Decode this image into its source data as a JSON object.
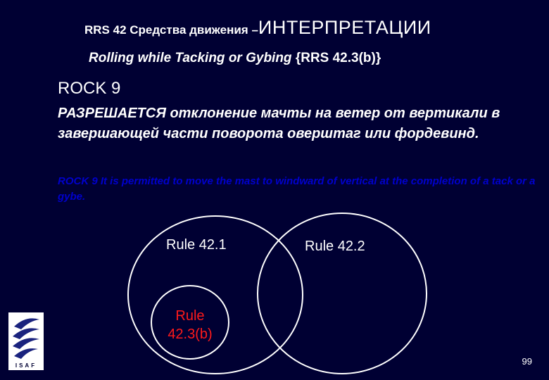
{
  "slide": {
    "title_prefix": "RRS 42 Средства движения –",
    "title_main": "ИНТЕРПРЕТАЦИИ",
    "subtitle_italic": "Rolling while Tacking or Gybing ",
    "subtitle_ref": "{RRS 42.3(b)}",
    "rock_heading": "ROCK 9",
    "rock_ru_permitted": "РАЗРЕШАЕТСЯ",
    "rock_ru_rest": " отклонение мачты на ветер от вертикали в завершающей части поворота оверштаг или фордевинд.",
    "rock_en": "ROCK 9 It is permitted to move the mast to windward of vertical at the completion of a tack or a gybe.",
    "page_number": "99"
  },
  "diagram": {
    "circle_left_label": "Rule 42.1",
    "circle_right_label": "Rule 42.2",
    "circle_small_label_line1": "Rule",
    "circle_small_label_line2": "42.3(b)",
    "colors": {
      "circle_stroke": "#ffffff",
      "small_label": "#ff1a1a",
      "background": "#000033",
      "en_text": "#0000cc"
    }
  },
  "logo": {
    "caption": "ISAF",
    "icon": "isaf-logo-icon"
  }
}
